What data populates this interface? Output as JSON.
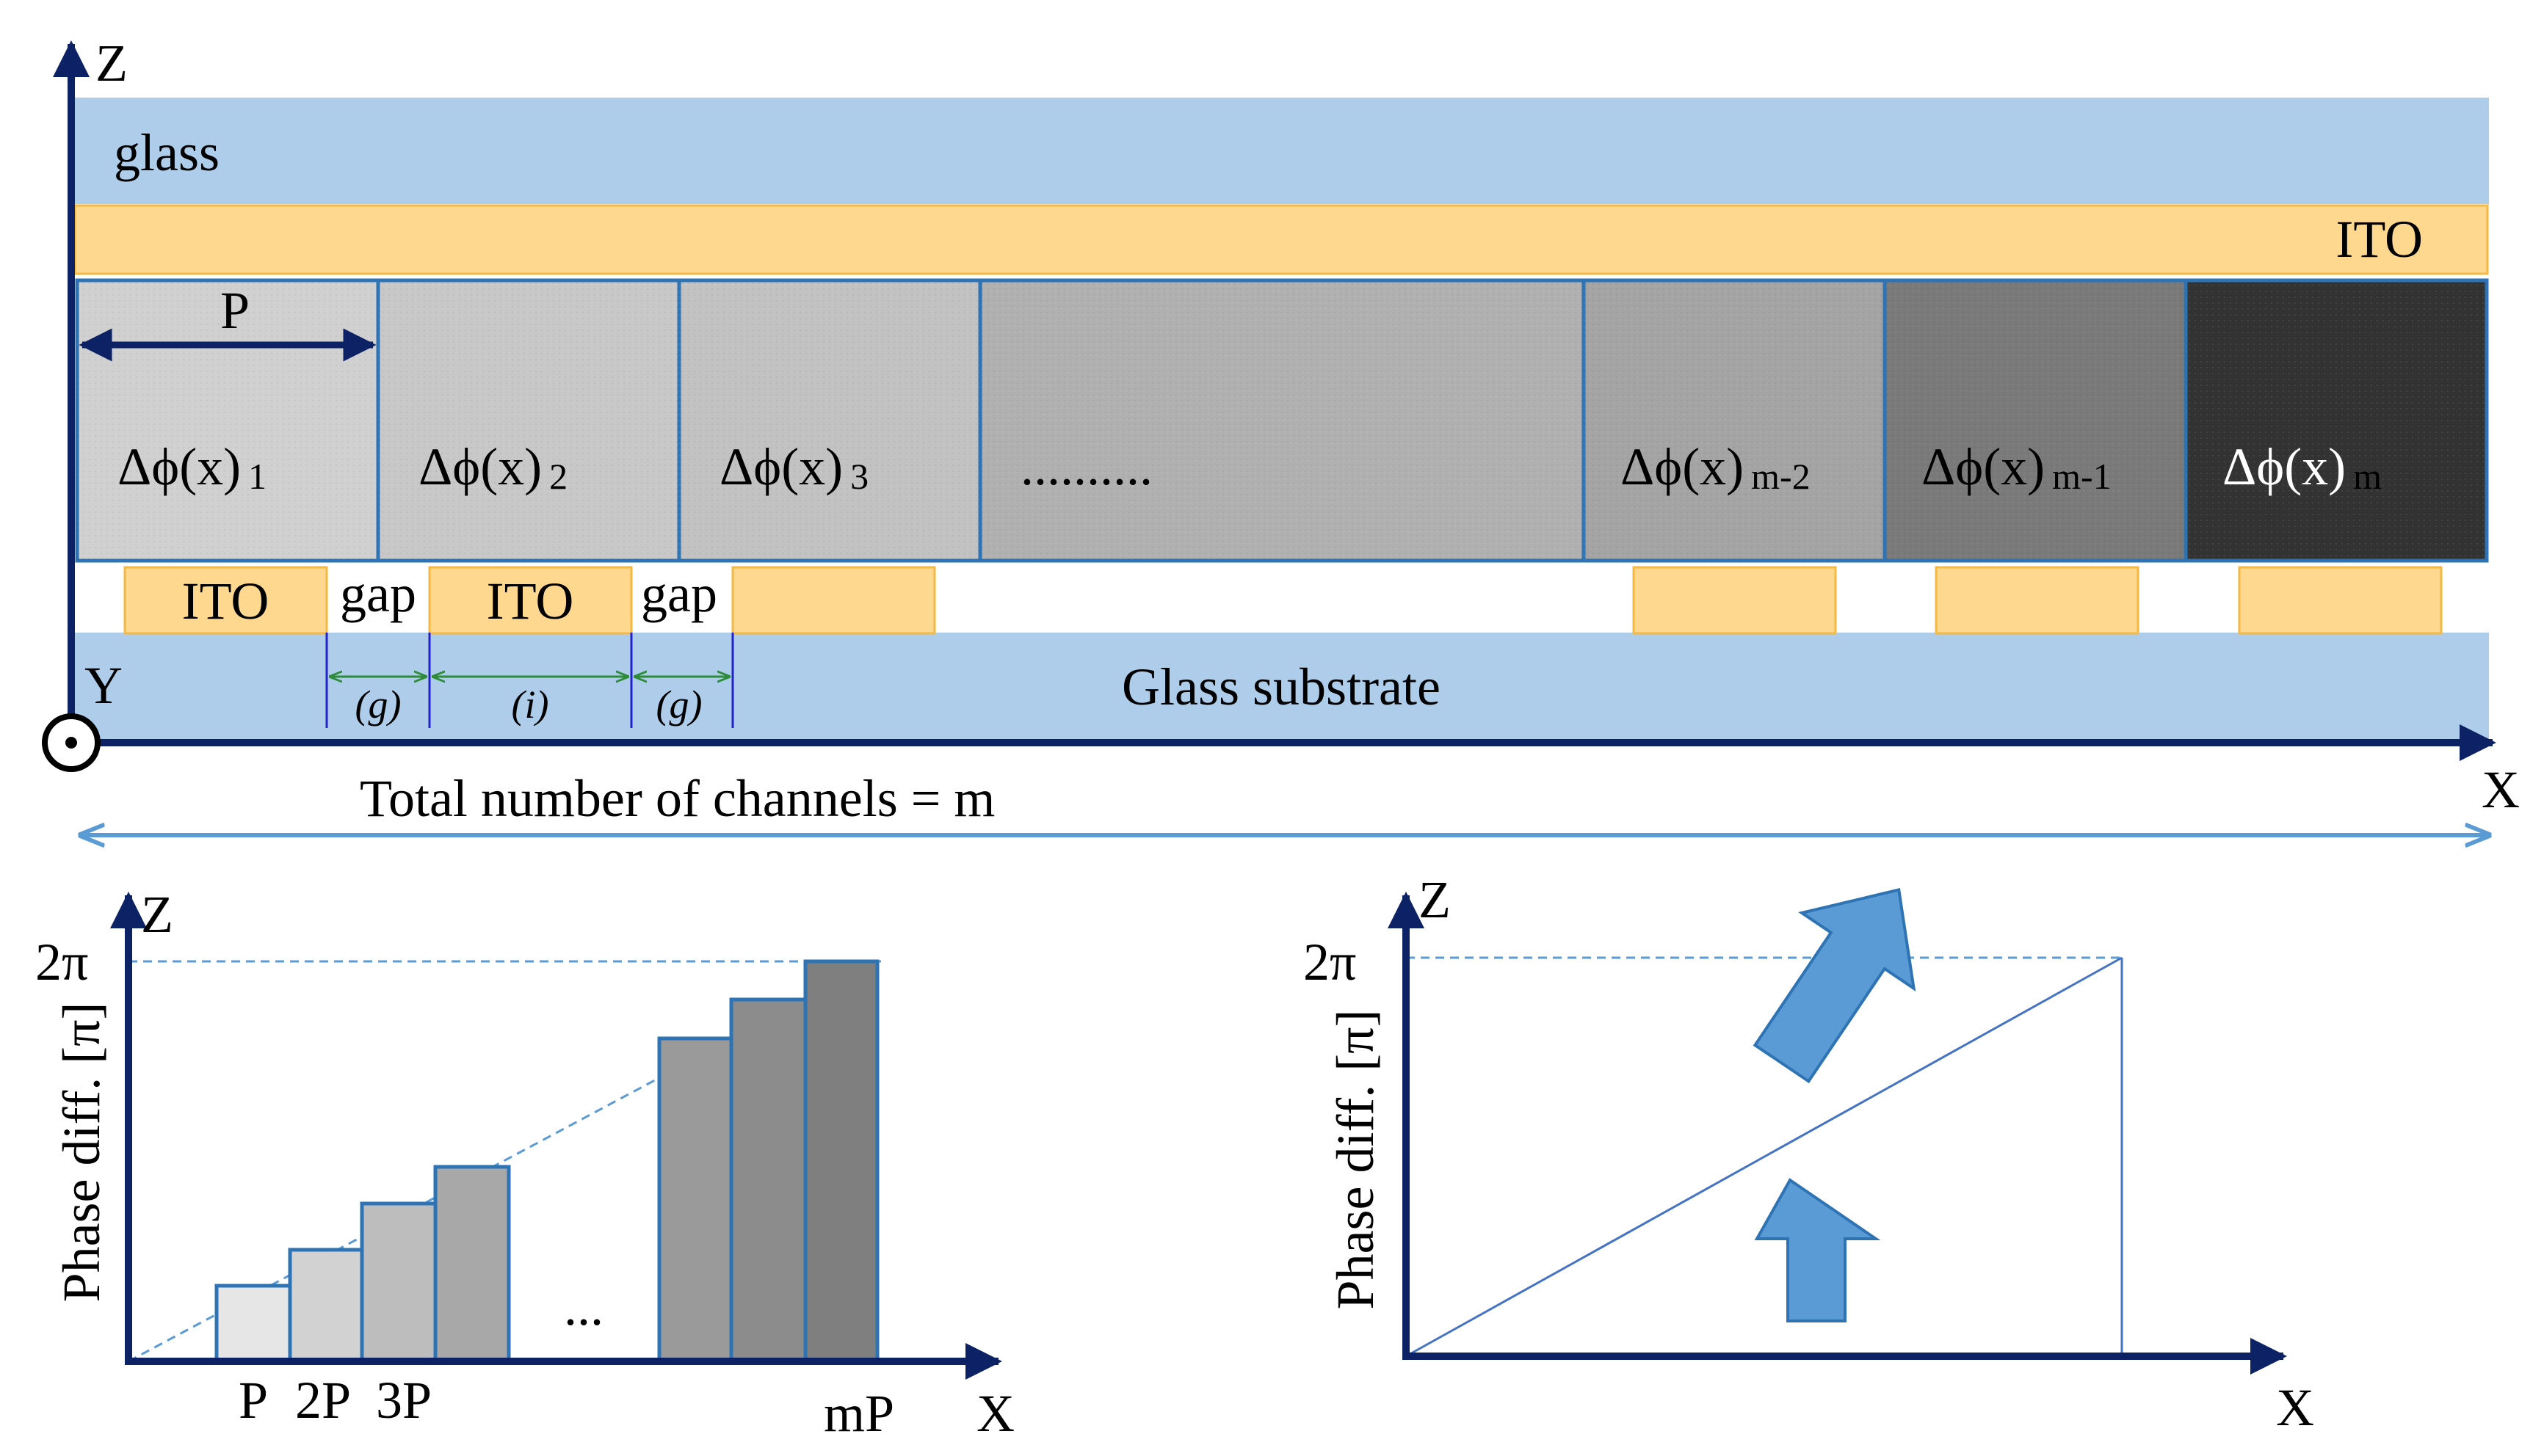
{
  "colors": {
    "glass": "#aecdea",
    "ito": "#fdd88e",
    "ito_border": "#f4b942",
    "axis": "#0d2265",
    "channel_border": "#2e74b5",
    "arrow_light": "#5b9bd5",
    "dim_green": "#2e8b3a"
  },
  "top": {
    "axis_z": "Z",
    "axis_y": "Y",
    "axis_x": "X",
    "glass_label": "glass",
    "ito_top_label": "ITO",
    "pitch_label": "P",
    "channels": [
      {
        "label": "Δϕ(x)",
        "sub": "1",
        "fill": "#d0d0d0"
      },
      {
        "label": "Δϕ(x)",
        "sub": "2",
        "fill": "#c8c8c8"
      },
      {
        "label": "Δϕ(x)",
        "sub": "3",
        "fill": "#c2c2c2"
      },
      {
        "label": "..........",
        "sub": "",
        "fill": "#b0b0b0"
      },
      {
        "label": "Δϕ(x)",
        "sub": "m-2",
        "fill": "#a4a4a4"
      },
      {
        "label": "Δϕ(x)",
        "sub": "m-1",
        "fill": "#7a7a7a"
      },
      {
        "label": "Δϕ(x)",
        "sub": "m",
        "fill": "#333333"
      }
    ],
    "electrode_1": "ITO",
    "gap_1": "gap",
    "electrode_2": "ITO",
    "gap_2": "gap",
    "dim_g1": "(g)",
    "dim_i": "(i)",
    "dim_g2": "(g)",
    "substrate_label": "Glass substrate",
    "total_label": "Total number of channels = m"
  },
  "bottom_left": {
    "axis_z": "Z",
    "axis_x": "X",
    "ylabel": "Phase diff. [π]",
    "two_pi": "2π",
    "ticks": [
      "P",
      "2P",
      "3P"
    ],
    "last_tick": "mP",
    "ellipsis": "...",
    "bar_fills": [
      "#e6e6e6",
      "#d2d2d2",
      "#bdbdbd",
      "#a8a8a8",
      "#9a9a9a",
      "#8c8c8c",
      "#7f7f7f"
    ]
  },
  "bottom_right": {
    "axis_z": "Z",
    "axis_x": "X",
    "ylabel": "Phase diff. [π]",
    "two_pi": "2π"
  }
}
